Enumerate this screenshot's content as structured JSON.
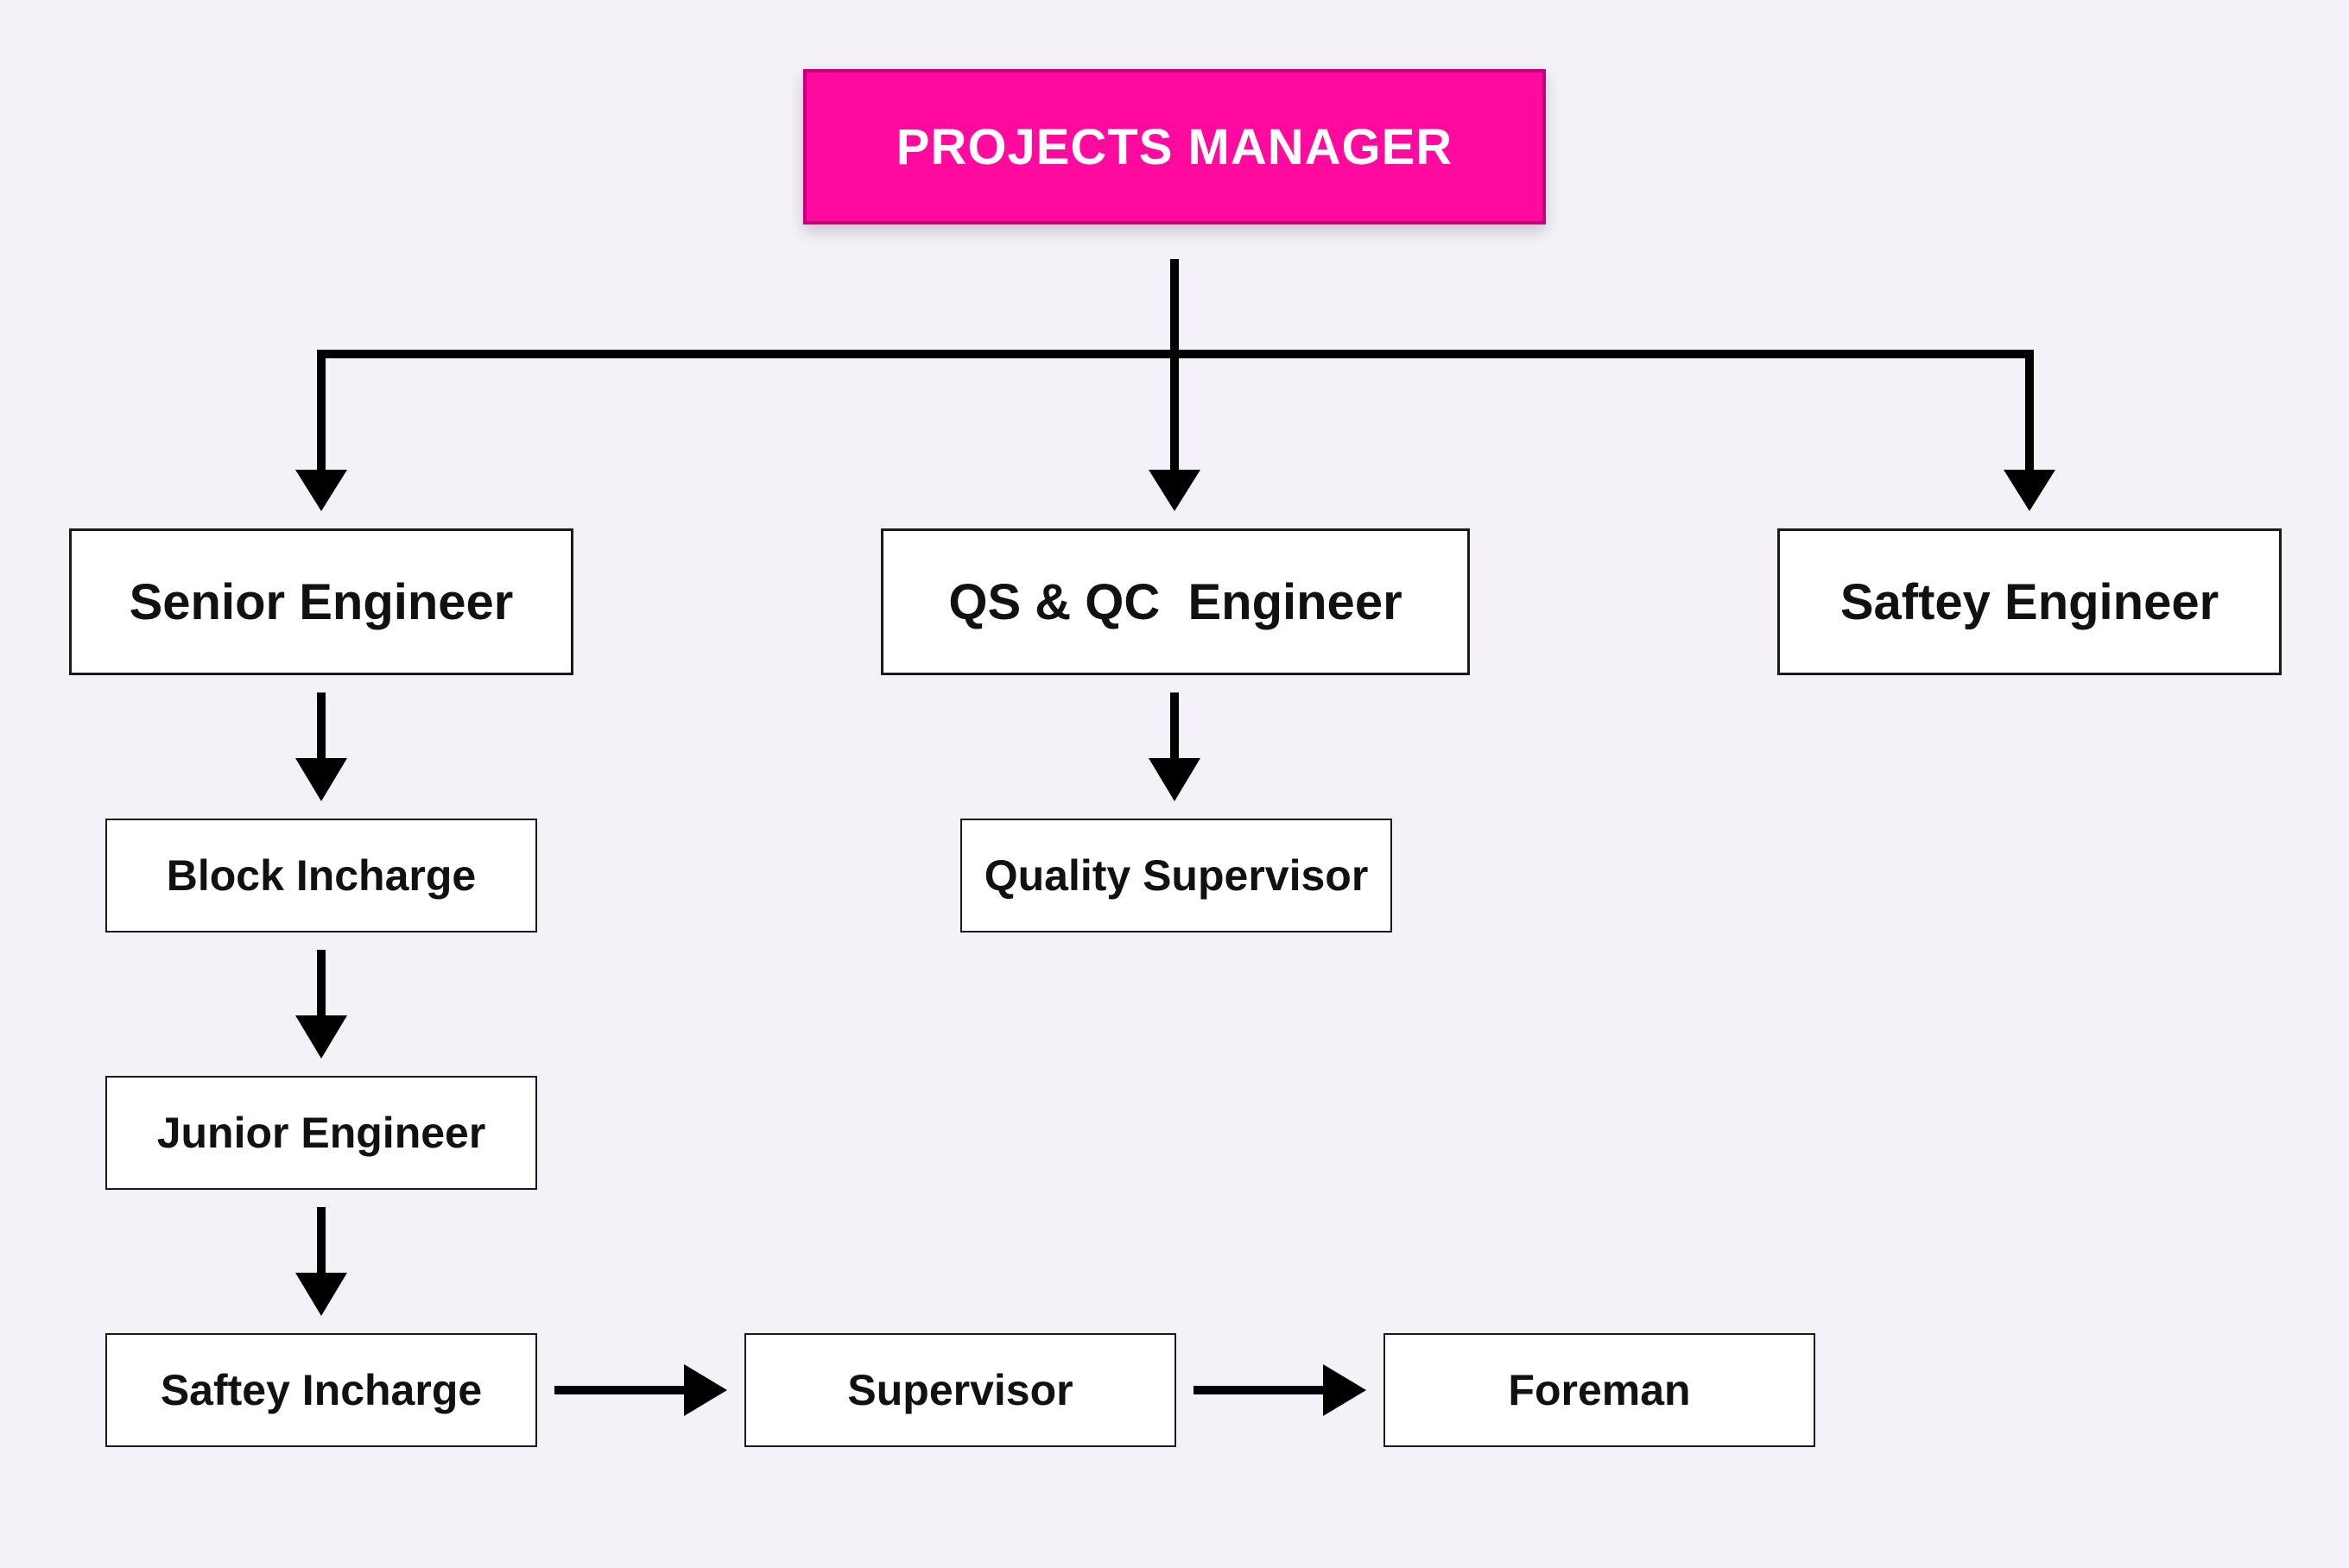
{
  "diagram": {
    "colors": {
      "background": "#f4f1f8",
      "root_fill": "#ff0a9e",
      "root_border": "#c7007b",
      "root_text": "#ffffff",
      "node_fill": "#ffffff",
      "node_border": "#1a1a1a",
      "connector": "#000000"
    },
    "nodes": {
      "root": {
        "label": "PROJECTS MANAGER"
      },
      "senior_engineer": {
        "label": "Senior Engineer"
      },
      "qs_qc_engineer": {
        "label": "QS & QC  Engineer"
      },
      "saftey_engineer": {
        "label": "Saftey Engineer"
      },
      "block_incharge": {
        "label": "Block Incharge"
      },
      "quality_supervisor": {
        "label": "Quality Supervisor"
      },
      "junior_engineer": {
        "label": "Junior Engineer"
      },
      "saftey_incharge": {
        "label": "Saftey Incharge"
      },
      "supervisor": {
        "label": "Supervisor"
      },
      "foreman": {
        "label": "Foreman"
      }
    },
    "edges": [
      {
        "from": "root",
        "to": "senior_engineer"
      },
      {
        "from": "root",
        "to": "qs_qc_engineer"
      },
      {
        "from": "root",
        "to": "saftey_engineer"
      },
      {
        "from": "senior_engineer",
        "to": "block_incharge"
      },
      {
        "from": "qs_qc_engineer",
        "to": "quality_supervisor"
      },
      {
        "from": "block_incharge",
        "to": "junior_engineer"
      },
      {
        "from": "junior_engineer",
        "to": "saftey_incharge"
      },
      {
        "from": "saftey_incharge",
        "to": "supervisor"
      },
      {
        "from": "supervisor",
        "to": "foreman"
      }
    ]
  }
}
